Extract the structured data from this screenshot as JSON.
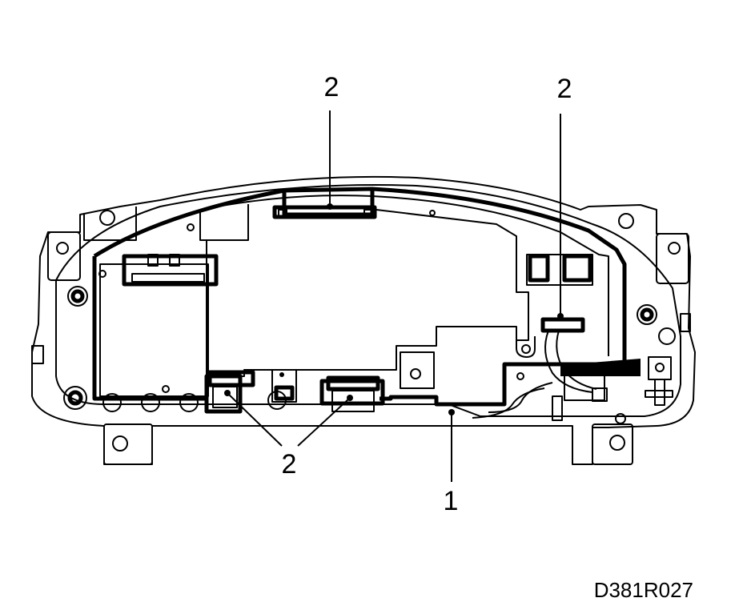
{
  "diagram": {
    "drawing_code": "D381R027",
    "callouts": [
      {
        "id": "top-center",
        "label": "2"
      },
      {
        "id": "top-right",
        "label": "2"
      },
      {
        "id": "bottom-pair",
        "label": "2"
      },
      {
        "id": "housing",
        "label": "1"
      }
    ]
  }
}
